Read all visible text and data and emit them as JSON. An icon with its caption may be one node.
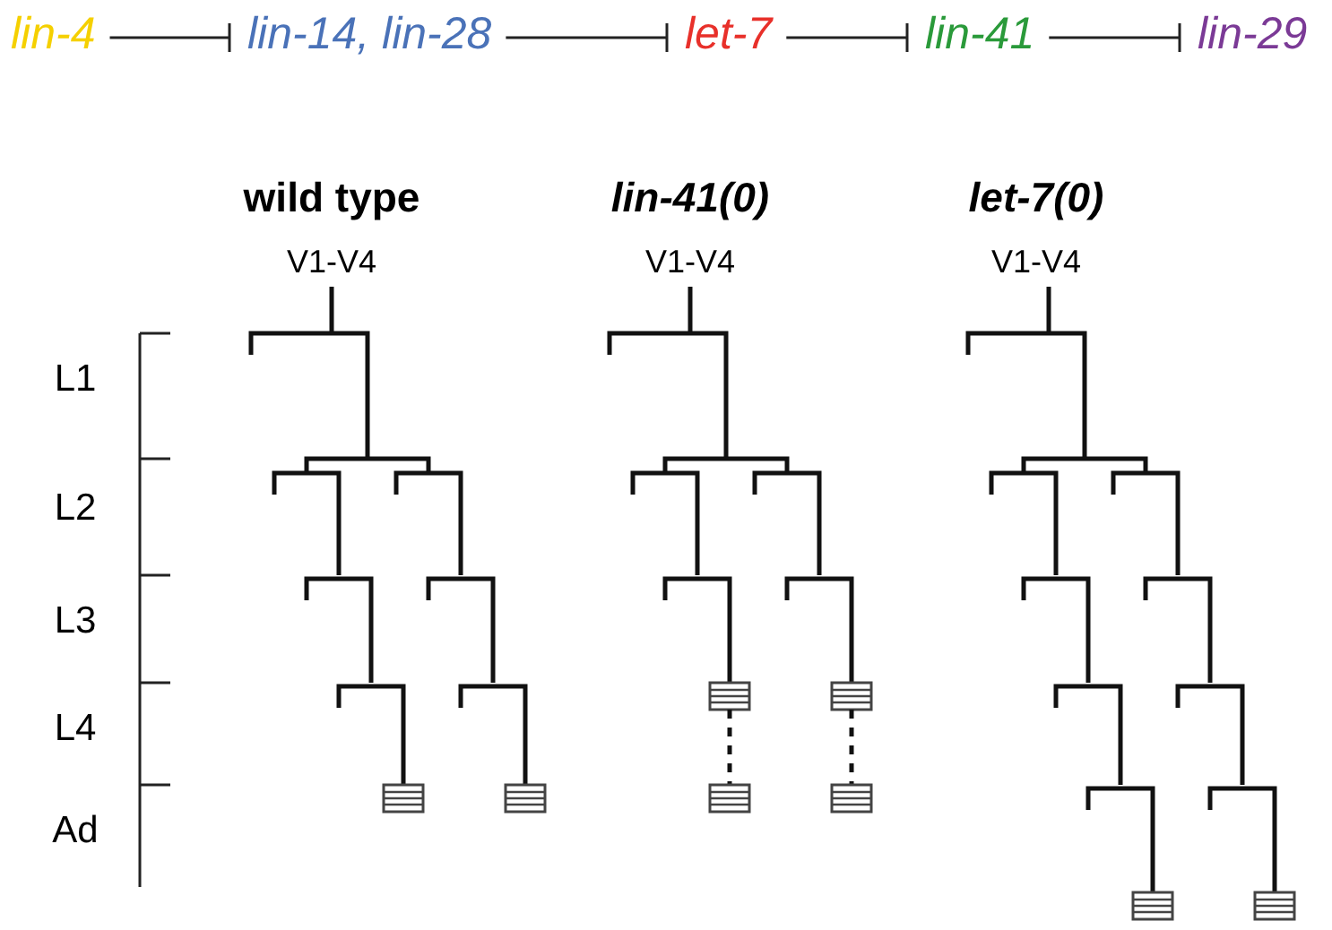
{
  "diagram": {
    "nodes": [
      {
        "text": [
          "lin-4"
        ]
      },
      {
        "text": [
          "lin-14, lin-28"
        ]
      },
      {
        "text": [
          "let-7"
        ]
      },
      {
        "text": [
          "lin-41"
        ]
      },
      {
        "text": [
          "lin-29"
        ]
      }
    ],
    "edges": [
      {
        "from": 0,
        "to": 1,
        "arrow": "other"
      },
      {
        "from": 1,
        "to": 2,
        "arrow": "other"
      },
      {
        "from": 2,
        "to": 3,
        "arrow": "other"
      },
      {
        "from": 3,
        "to": 4,
        "arrow": "other"
      }
    ],
    "labels": [
      "wild type",
      "lin-41(0)",
      "let-7(0)",
      "V1-V4",
      "V1-V4",
      "V1-V4",
      "L1",
      "L2",
      "L3",
      "L4",
      "Ad"
    ]
  }
}
